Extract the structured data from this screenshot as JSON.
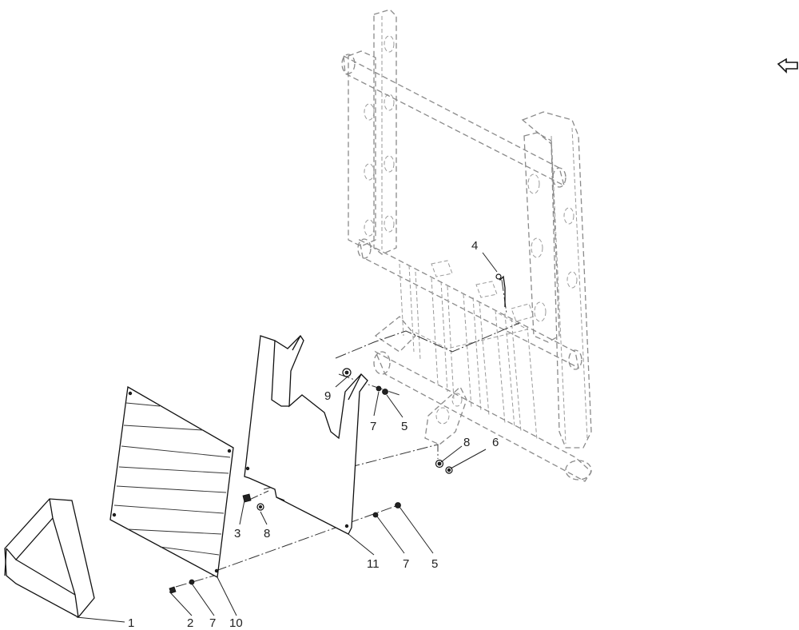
{
  "diagram": {
    "callouts": {
      "c1": "1",
      "c2": "2",
      "c3": "3",
      "c4": "4",
      "c5a": "5",
      "c5b": "5",
      "c6": "6",
      "c7a": "7",
      "c7b": "7",
      "c7c": "7",
      "c8a": "8",
      "c8b": "8",
      "c9": "9",
      "c10": "10",
      "c11": "11"
    },
    "icons": {
      "nav": "back-arrow-icon",
      "triangle": "slow-moving-vehicle-emblem"
    }
  }
}
